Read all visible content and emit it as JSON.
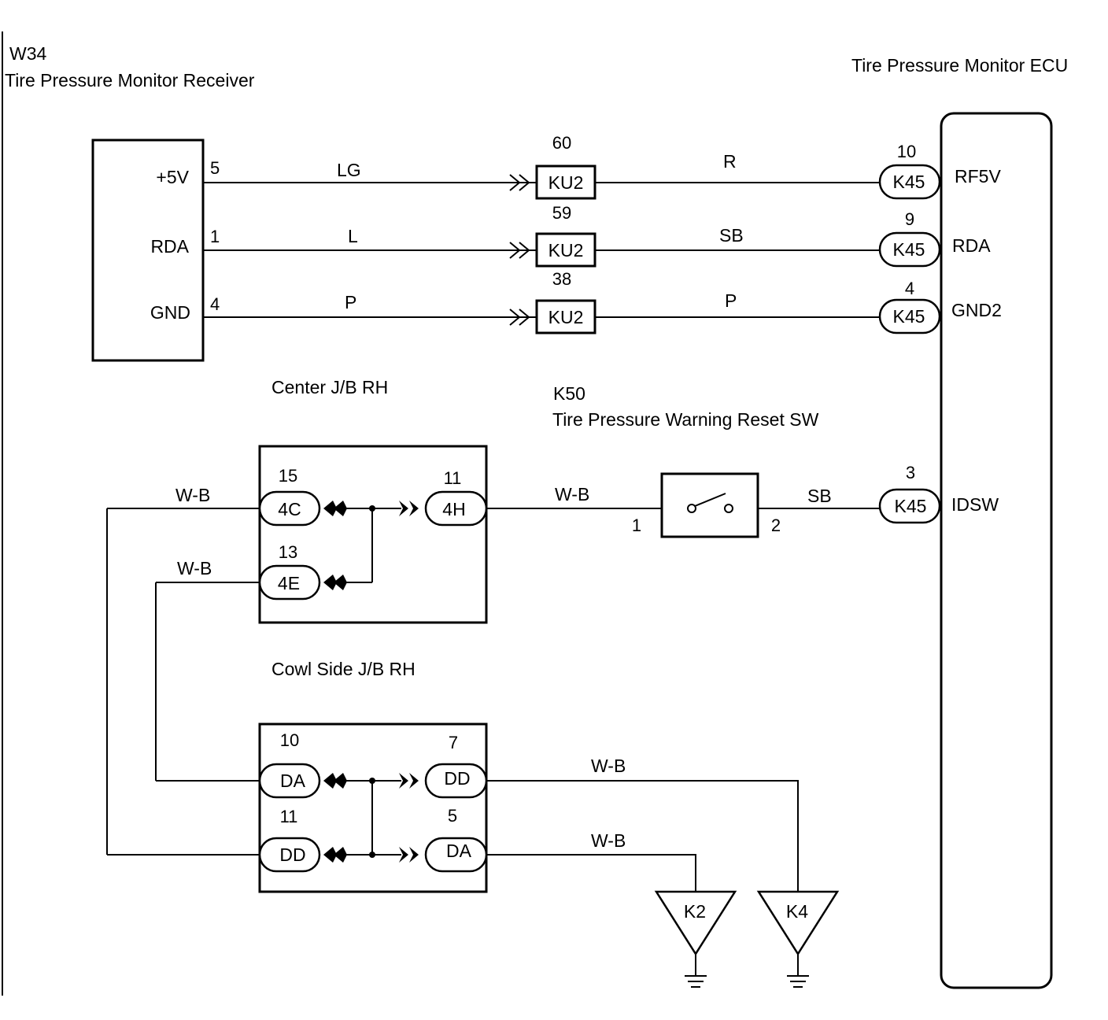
{
  "receiver": {
    "code": "W34",
    "name": "Tire Pressure Monitor Receiver",
    "pins": {
      "p5v": "+5V",
      "rda": "RDA",
      "gnd": "GND"
    },
    "pin_numbers": {
      "p5v": "5",
      "rda": "1",
      "gnd": "4"
    }
  },
  "ecu": {
    "name": "Tire Pressure Monitor ECU",
    "pins": {
      "rf5v": "RF5V",
      "rda": "RDA",
      "gnd2": "GND2",
      "idsw": "IDSW"
    },
    "pin_numbers": {
      "rf5v": "10",
      "rda": "9",
      "gnd2": "4",
      "idsw": "3"
    },
    "connector": "K45"
  },
  "ku2": {
    "connector": "KU2",
    "pins": [
      "60",
      "59",
      "38"
    ]
  },
  "wires": {
    "lg": "LG",
    "l": "L",
    "p": "P",
    "r": "R",
    "sb": "SB",
    "wb": "W-B"
  },
  "center_jb": {
    "name": "Center J/B RH",
    "c4c": "4C",
    "c4e": "4E",
    "c4h": "4H",
    "pin15": "15",
    "pin13": "13",
    "pin11": "11"
  },
  "reset_sw": {
    "code": "K50",
    "name": "Tire Pressure Warning Reset SW",
    "pin1": "1",
    "pin2": "2"
  },
  "cowl_jb": {
    "name": "Cowl Side J/B RH",
    "da": "DA",
    "dd": "DD",
    "pin10": "10",
    "pin11": "11",
    "pin7": "7",
    "pin5": "5"
  },
  "grounds": {
    "k2": "K2",
    "k4": "K4"
  }
}
